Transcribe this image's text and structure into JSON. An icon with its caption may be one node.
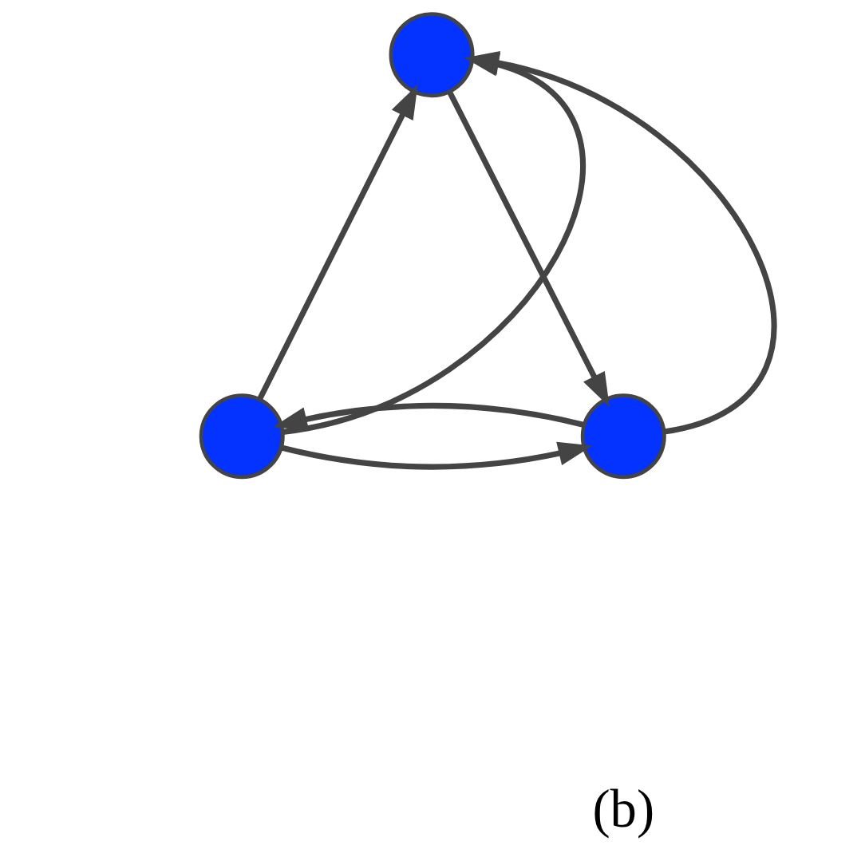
{
  "diagram": {
    "nodes": [
      {
        "text": [],
        "shape": "circle"
      },
      {
        "text": [],
        "shape": "circle"
      },
      {
        "text": [],
        "shape": "circle"
      }
    ],
    "edges": [
      {
        "from": 1,
        "to": 0,
        "arrow": "to"
      },
      {
        "from": 1,
        "to": 0,
        "arrow": "to"
      },
      {
        "from": 0,
        "to": 2,
        "arrow": "to"
      },
      {
        "from": 2,
        "to": 0,
        "arrow": "to"
      },
      {
        "from": 1,
        "to": 2,
        "arrow": "to"
      },
      {
        "from": 2,
        "to": 1,
        "arrow": "to"
      }
    ],
    "labels": [
      "(b)"
    ]
  }
}
